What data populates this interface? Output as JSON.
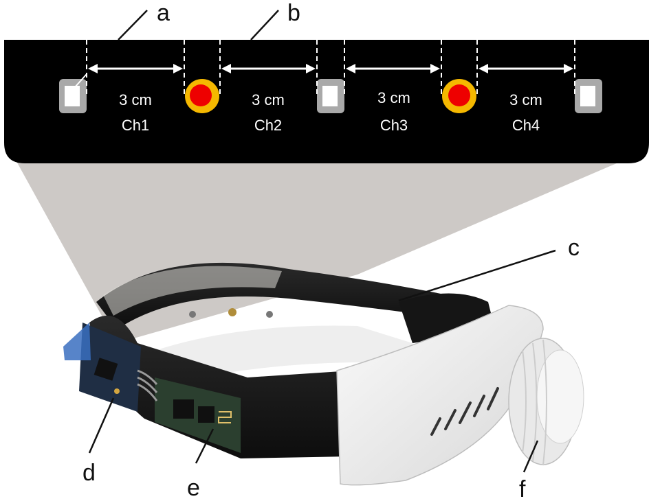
{
  "panel": {
    "channels": [
      {
        "distance": "3 cm",
        "name": "Ch1"
      },
      {
        "distance": "3 cm",
        "name": "Ch2"
      },
      {
        "distance": "3 cm",
        "name": "Ch3"
      },
      {
        "distance": "3 cm",
        "name": "Ch4"
      }
    ],
    "colors": {
      "panel_bg": "#000000",
      "detector": "#a9a9a9",
      "source_outer": "#f5b800",
      "source_inner": "#ee0000",
      "dimension_lines": "#ffffff"
    }
  },
  "labels": {
    "a": "a",
    "b": "b",
    "c": "c",
    "d": "d",
    "e": "e",
    "f": "f"
  }
}
